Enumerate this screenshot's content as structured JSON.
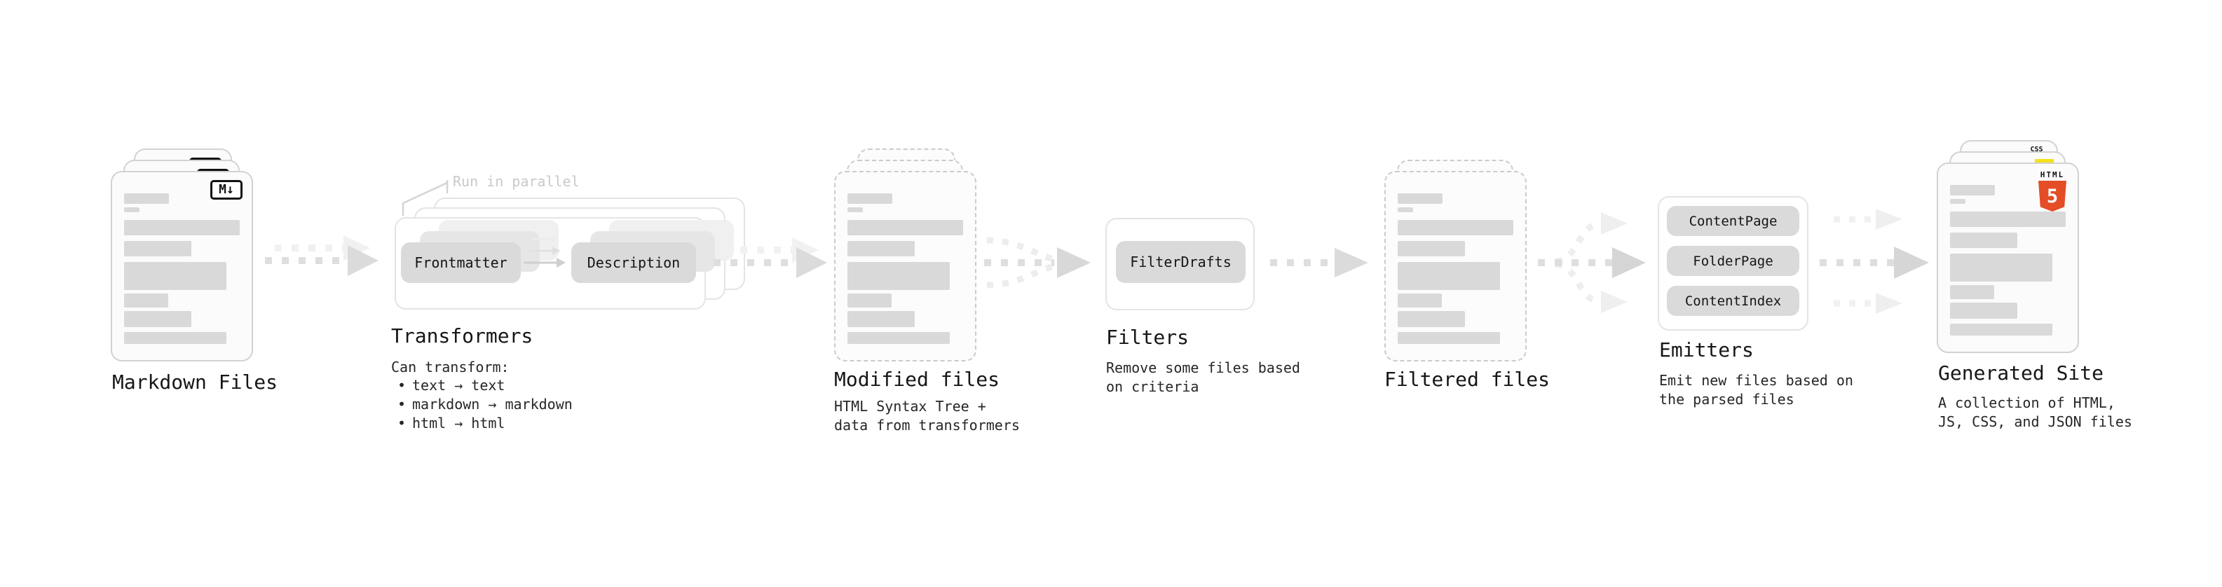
{
  "stages": {
    "markdown": {
      "label": "Markdown Files",
      "badge": "M↓"
    },
    "transformers": {
      "label": "Transformers",
      "note": "Run in parallel",
      "input_box": "Frontmatter",
      "output_box": "Description",
      "desc_title": "Can transform:",
      "bullets": [
        "text → text",
        "markdown → markdown",
        "html → html"
      ]
    },
    "modified": {
      "label": "Modified files",
      "desc": "HTML Syntax Tree +\ndata from transformers"
    },
    "filters": {
      "label": "Filters",
      "box": "FilterDrafts",
      "desc": "Remove some files based\non criteria"
    },
    "filtered": {
      "label": "Filtered files"
    },
    "emitters": {
      "label": "Emitters",
      "boxes": [
        "ContentPage",
        "FolderPage",
        "ContentIndex"
      ],
      "desc": "Emit new files based on\nthe parsed files"
    },
    "generated": {
      "label": "Generated Site",
      "desc": "A collection of HTML,\nJS, CSS, and JSON files",
      "badges": {
        "html_text": "HTML",
        "html_number": "5",
        "css_text": "CSS"
      }
    }
  },
  "colors": {
    "background": "#ffffff",
    "doc_fill": "#fbfbfb",
    "doc_border": "#d2d2d2",
    "content_bar": "#d9d9d9",
    "box_fill": "#dadada",
    "outline": "#e4e4e4",
    "arrow_dark": "#dedede",
    "arrow_light": "#f1f1f1",
    "note_text": "#c9c9c9",
    "text": "#1a1a1a",
    "html5_orange": "#e44d26",
    "js_yellow": "#f7df1e",
    "css_blue": "#2d6ff2"
  }
}
